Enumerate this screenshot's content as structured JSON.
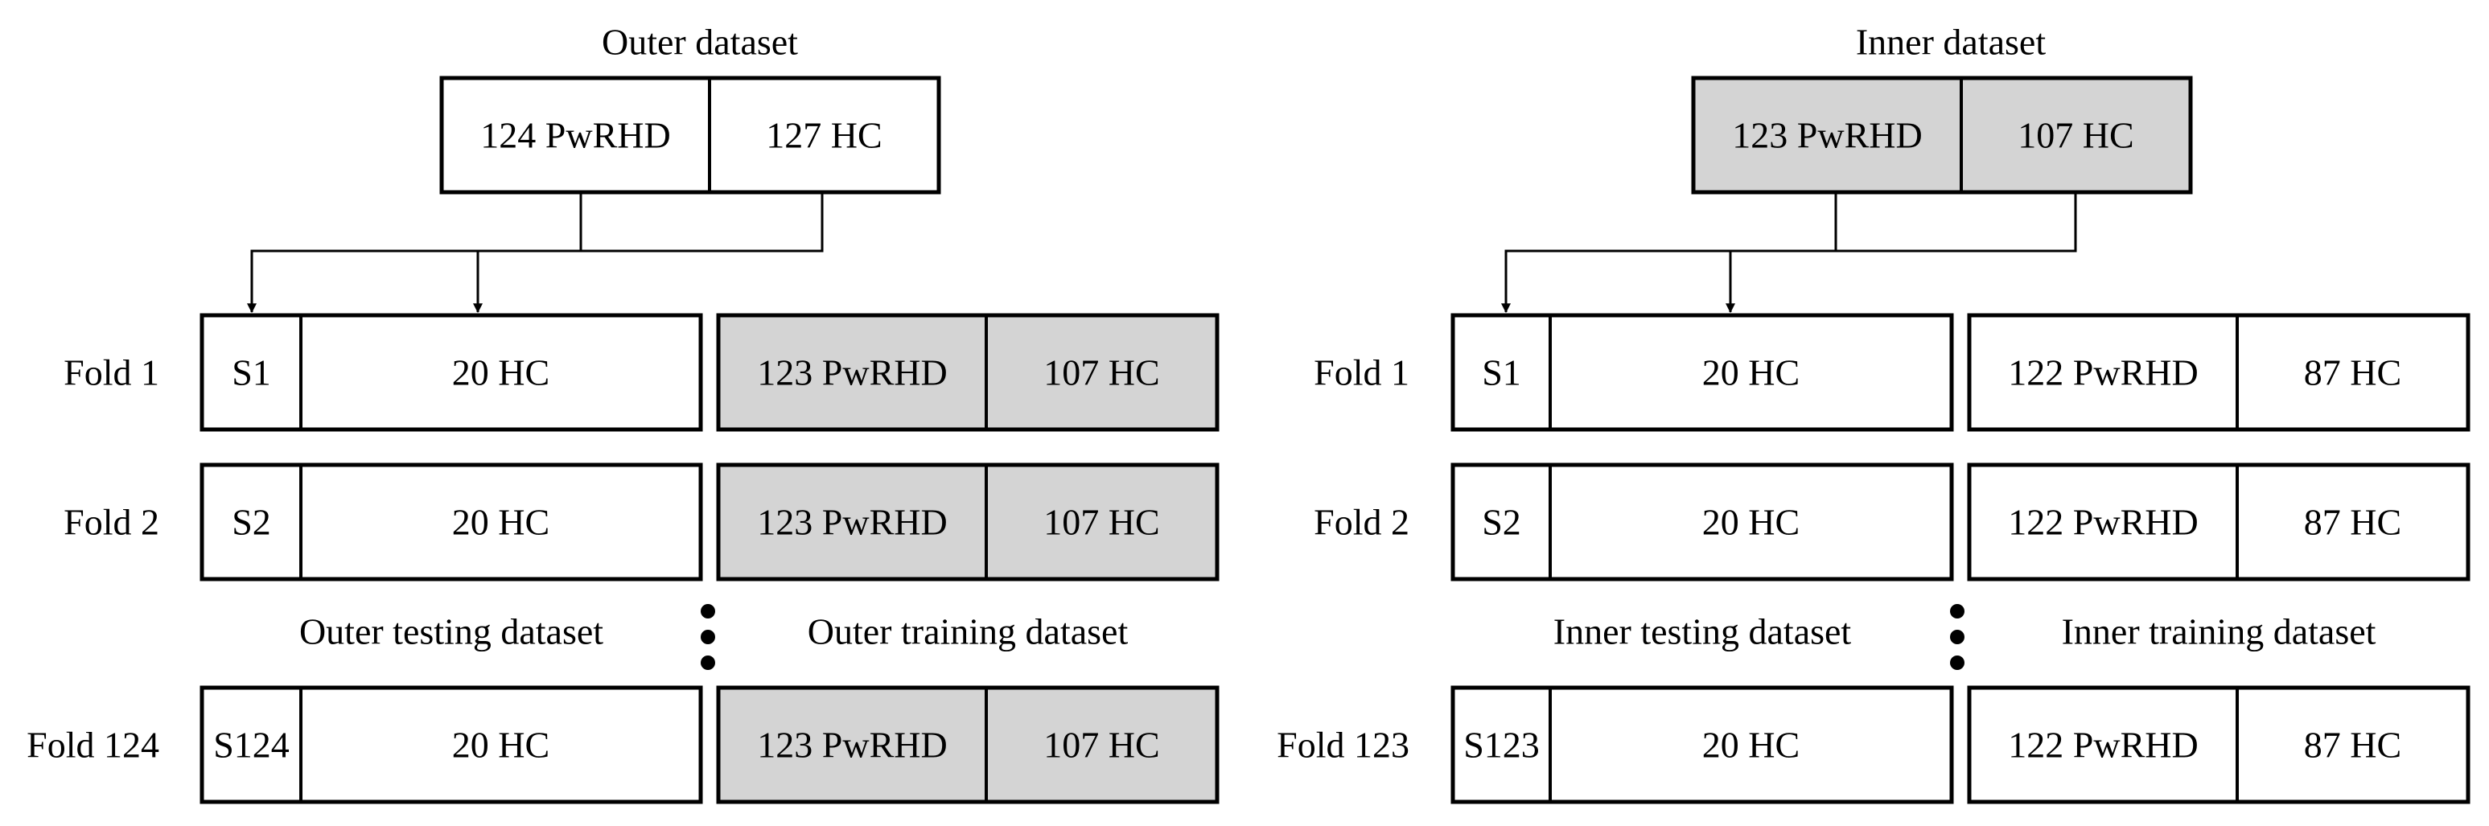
{
  "colors": {
    "shaded": "#d4d4d4",
    "plain": "#ffffff",
    "ink": "#000000"
  },
  "outer": {
    "title": "Outer dataset",
    "top": {
      "left": "124 PwRHD",
      "right": "127 HC",
      "shaded": false
    },
    "testing_label": "Outer testing dataset",
    "training_label": "Outer training dataset",
    "folds": [
      {
        "label": "Fold 1",
        "subject": "S1",
        "test_hc": "20 HC",
        "train_pwrhd": "123 PwRHD",
        "train_hc": "107 HC"
      },
      {
        "label": "Fold 2",
        "subject": "S2",
        "test_hc": "20 HC",
        "train_pwrhd": "123 PwRHD",
        "train_hc": "107 HC"
      },
      {
        "label": "Fold 124",
        "subject": "S124",
        "test_hc": "20 HC",
        "train_pwrhd": "123 PwRHD",
        "train_hc": "107 HC"
      }
    ],
    "train_shaded": true
  },
  "inner": {
    "title": "Inner dataset",
    "top": {
      "left": "123 PwRHD",
      "right": "107 HC",
      "shaded": true
    },
    "testing_label": "Inner testing dataset",
    "training_label": "Inner training dataset",
    "folds": [
      {
        "label": "Fold 1",
        "subject": "S1",
        "test_hc": "20 HC",
        "train_pwrhd": "122 PwRHD",
        "train_hc": "87 HC"
      },
      {
        "label": "Fold 2",
        "subject": "S2",
        "test_hc": "20 HC",
        "train_pwrhd": "122 PwRHD",
        "train_hc": "87 HC"
      },
      {
        "label": "Fold 123",
        "subject": "S123",
        "test_hc": "20 HC",
        "train_pwrhd": "122 PwRHD",
        "train_hc": "87 HC"
      }
    ],
    "train_shaded": false
  }
}
